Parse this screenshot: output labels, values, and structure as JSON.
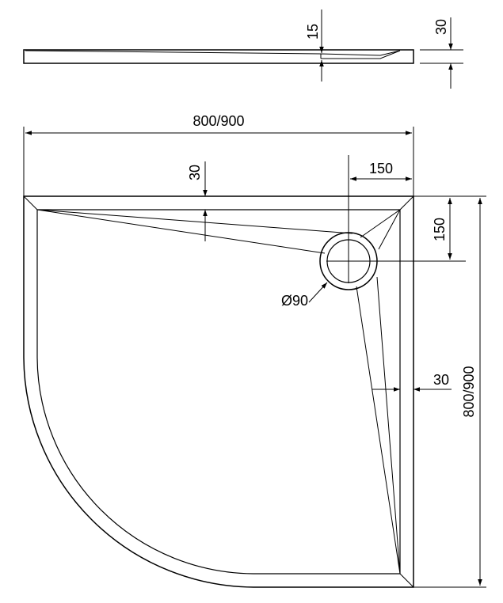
{
  "side_view": {
    "height_label": "30",
    "drain_depth_label": "15"
  },
  "top_view": {
    "width_label": "800/900",
    "depth_label": "800/900",
    "drain_offset_x_label": "150",
    "drain_offset_y_label": "150",
    "rim_top_label": "30",
    "rim_right_label": "30",
    "drain_diameter_label": "Ø90"
  }
}
